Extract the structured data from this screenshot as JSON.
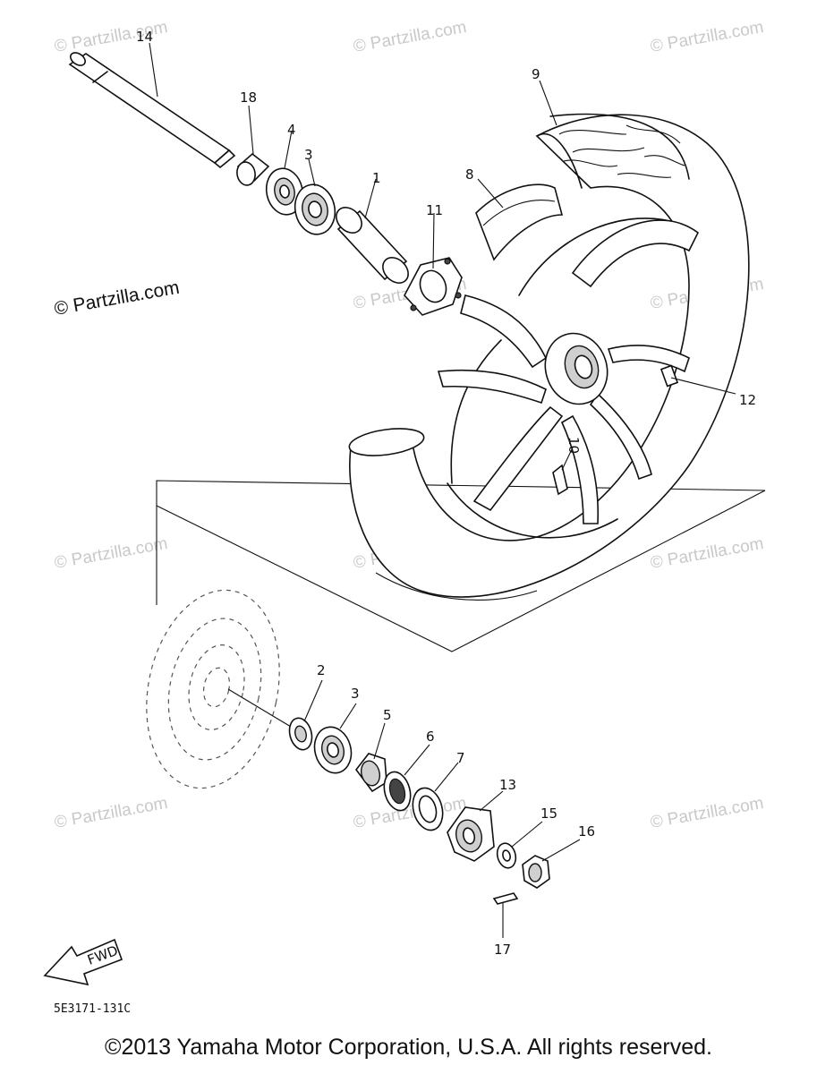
{
  "watermark": "© Partzilla.com",
  "callouts": [
    "1",
    "2",
    "3",
    "4",
    "5",
    "6",
    "7",
    "8",
    "9",
    "10",
    "11",
    "12",
    "13",
    "14",
    "15",
    "16",
    "17",
    "18"
  ],
  "fwd_label": "FWD",
  "diagram_code": "5E3171-131C",
  "copyright": "©2013 Yamaha Motor Corporation, U.S.A. All rights reserved."
}
